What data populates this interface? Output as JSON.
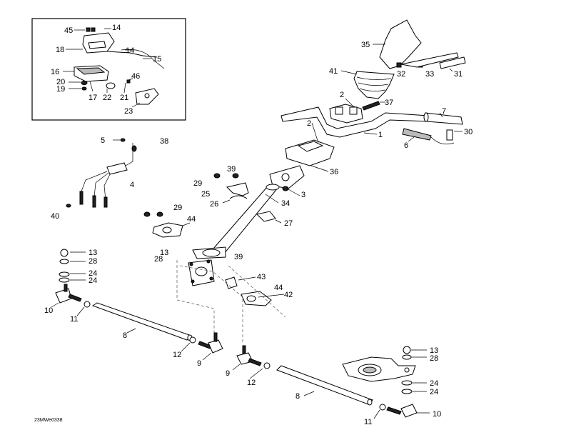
{
  "drawing_code": "23MWe0338",
  "inset": {
    "labels": [
      "45",
      "14",
      "18",
      "14",
      "15",
      "16",
      "46",
      "20",
      "19",
      "17",
      "22",
      "21",
      "23"
    ]
  },
  "callouts": {
    "c35": "35",
    "c41": "41",
    "c32": "32",
    "c33": "33",
    "c31": "31",
    "c2a": "2",
    "c37": "37",
    "c7": "7",
    "c1": "1",
    "c2b": "2",
    "c30": "30",
    "c6": "6",
    "c5": "5",
    "c38": "38",
    "c39a": "39",
    "c36": "36",
    "c4": "4",
    "c29a": "29",
    "c25": "25",
    "c3": "3",
    "c26": "26",
    "c34": "34",
    "c40": "40",
    "c29b": "29",
    "c44a": "44",
    "c27": "27",
    "c13a": "13",
    "c28a": "28",
    "c13b": "13",
    "c28b": "28",
    "c39b": "39",
    "c24a": "24",
    "c24b": "24",
    "c43": "43",
    "c44b": "44",
    "c42": "42",
    "c10a": "10",
    "c11a": "11",
    "c8a": "8",
    "c12a": "12",
    "c9a": "9",
    "c9b": "9",
    "c12b": "12",
    "c13c": "13",
    "c28c": "28",
    "c24c": "24",
    "c24d": "24",
    "c8b": "8",
    "c11b": "11",
    "c10b": "10"
  }
}
